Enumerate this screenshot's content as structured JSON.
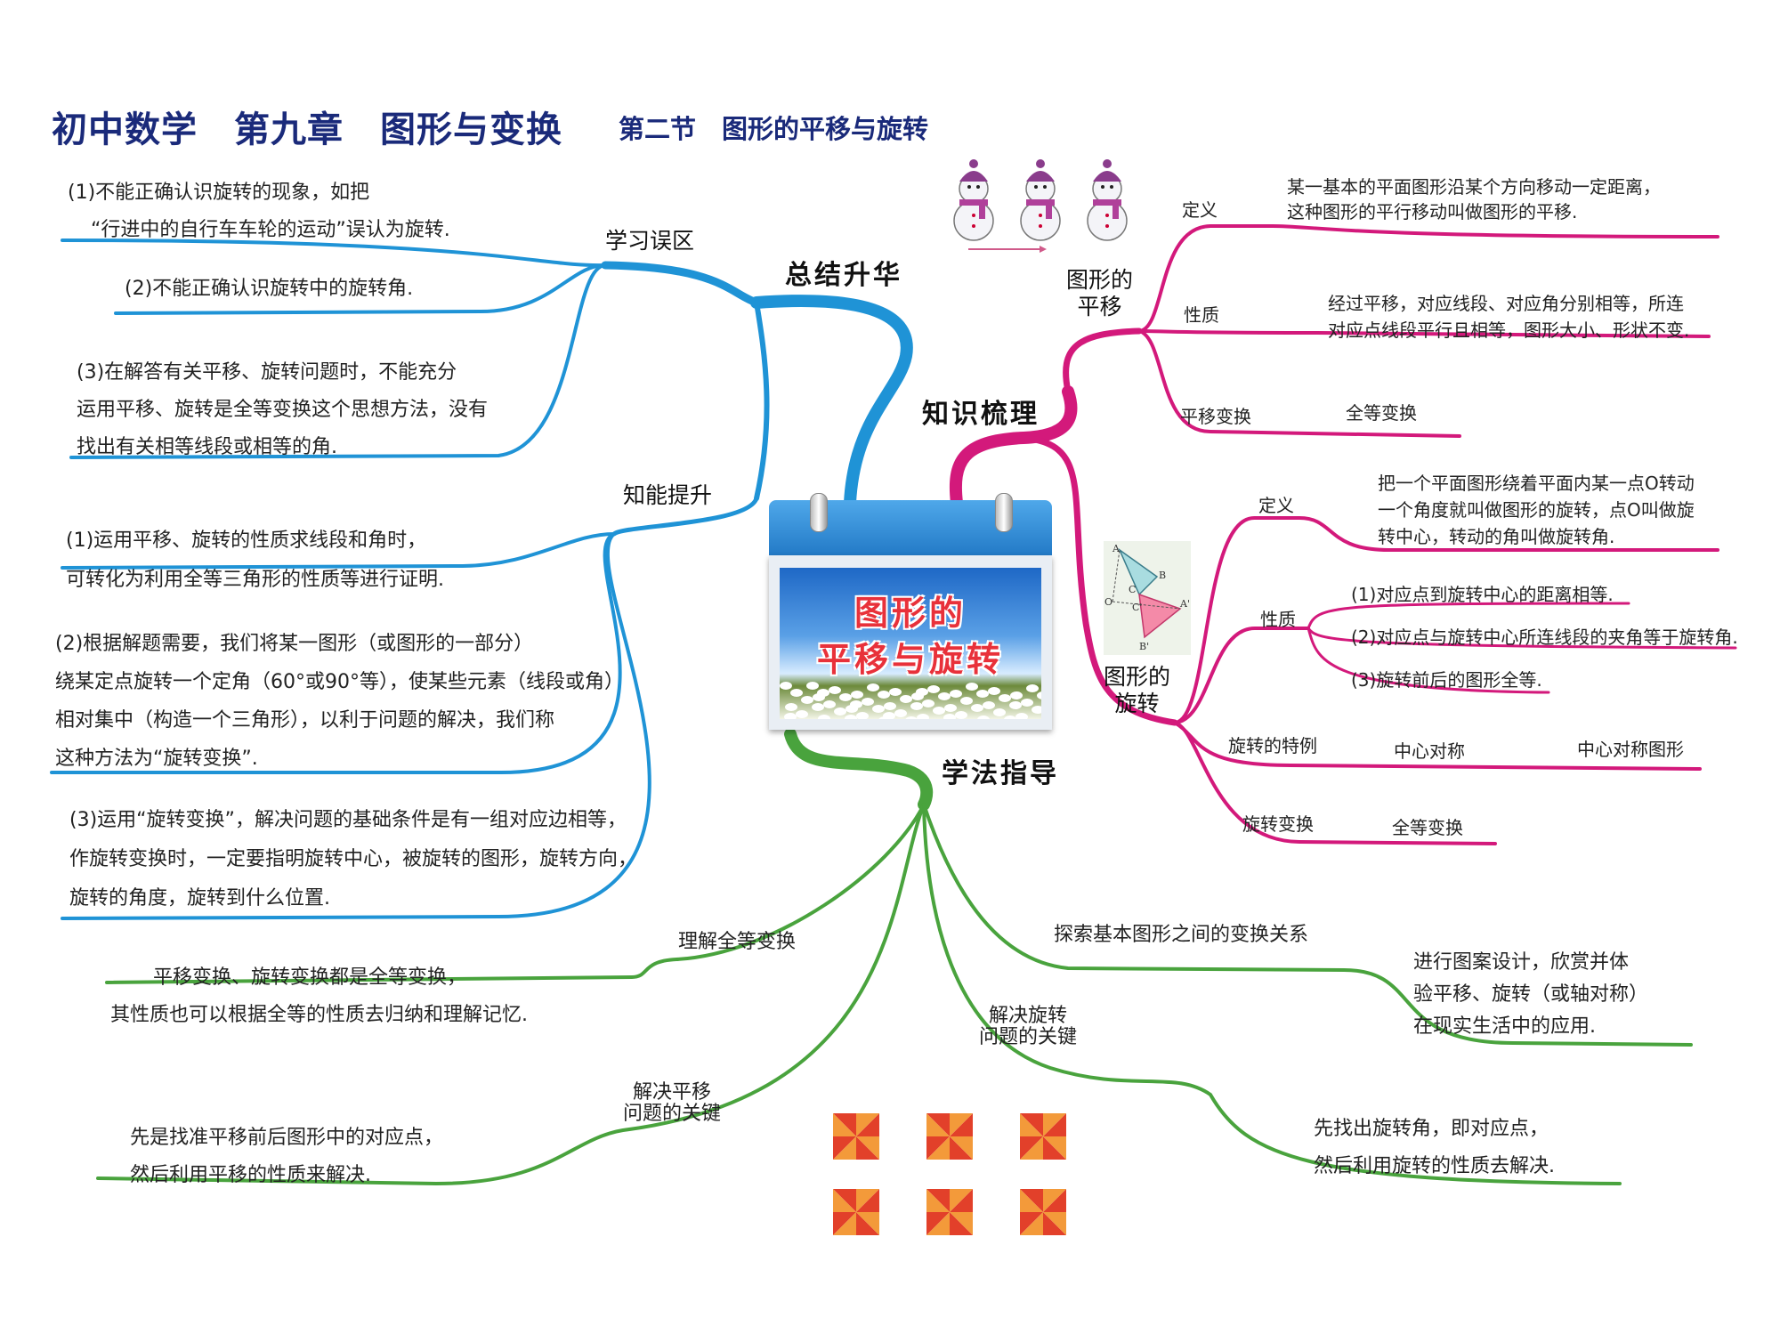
{
  "title": {
    "main": "初中数学　第九章　图形与变换",
    "section": "第二节　图形的平移与旋转"
  },
  "center": {
    "label_line1": "图形的",
    "label_line2": "平移与旋转"
  },
  "colors": {
    "summary": "#1f93d6",
    "knowledge": "#d3197b",
    "method": "#49a33d",
    "title": "#1a2a7a",
    "center_text": "#e8313a"
  },
  "summary": {
    "label": "总结升华",
    "pitfalls": {
      "label": "学习误区",
      "items": [
        [
          "(1)不能正确认识旋转的现象，如把",
          "“行进中的自行车车轮的运动”误认为旋转."
        ],
        [
          "(2)不能正确认识旋转中的旋转角."
        ],
        [
          "(3)在解答有关平移、旋转问题时，不能充分",
          "运用平移、旋转是全等变换这个思想方法，没有",
          "找出有关相等线段或相等的角."
        ]
      ]
    },
    "skills": {
      "label": "知能提升",
      "items": [
        [
          "(1)运用平移、旋转的性质求线段和角时，",
          "可转化为利用全等三角形的性质等进行证明."
        ],
        [
          "(2)根据解题需要，我们将某一图形（或图形的一部分）",
          "绕某定点旋转一个定角（60°或90°等），使某些元素（线段或角）",
          "相对集中（构造一个三角形），以利于问题的解决，我们称",
          "这种方法为“旋转变换”."
        ],
        [
          "(3)运用“旋转变换”，解决问题的基础条件是有一组对应边相等，",
          "作旋转变换时，一定要指明旋转中心，被旋转的图形，旋转方向，",
          "旋转的角度，旋转到什么位置."
        ]
      ]
    }
  },
  "knowledge": {
    "label": "知识梳理",
    "translation": {
      "label_line1": "图形的",
      "label_line2": "平移",
      "definition_label": "定义",
      "definition_text": [
        "某一基本的平面图形沿某个方向移动一定距离，",
        "这种图形的平行移动叫做图形的平移."
      ],
      "property_label": "性质",
      "property_text": [
        "经过平移，对应线段、对应角分别相等，所连",
        "对应点线段平行且相等，图形大小、形状不变."
      ],
      "transform_label": "平移变换",
      "transform_value": "全等变换"
    },
    "rotation": {
      "label_line1": "图形的",
      "label_line2": "旋转",
      "definition_label": "定义",
      "definition_text": [
        "把一个平面图形绕着平面内某一点O转动",
        "一个角度就叫做图形的旋转，点O叫做旋",
        "转中心，转动的角叫做旋转角."
      ],
      "property_label": "性质",
      "properties": [
        "(1)对应点到旋转中心的距离相等.",
        "(2)对应点与旋转中心所连线段的夹角等于旋转角.",
        "(3)旋转前后的图形全等."
      ],
      "special_label": "旋转的特例",
      "special_value": "中心对称",
      "special_value2": "中心对称图形",
      "transform_label": "旋转变换",
      "transform_value": "全等变换"
    },
    "figure_labels": [
      "A",
      "B",
      "C",
      "O",
      "A'",
      "C'",
      "B'"
    ]
  },
  "method": {
    "label": "学法指导",
    "congruence": {
      "label": "理解全等变换",
      "text": [
        "平移变换、旋转变换都是全等变换，",
        "其性质也可以根据全等的性质去归纳和理解记忆."
      ]
    },
    "translation_key": {
      "label": [
        "解决平移",
        "问题的关键"
      ],
      "text": [
        "先是找准平移前后图形中的对应点，",
        "然后利用平移的性质来解决."
      ]
    },
    "rotation_key": {
      "label": [
        "解决旋转",
        "问题的关键"
      ],
      "text": [
        "先找出旋转角，即对应点，",
        "然后利用旋转的性质去解决."
      ]
    },
    "explore": {
      "label": "探索基本图形之间的变换关系",
      "text": [
        "进行图案设计，欣赏并体",
        "验平移、旋转（或轴对称）",
        "在现实生活中的应用."
      ]
    }
  }
}
